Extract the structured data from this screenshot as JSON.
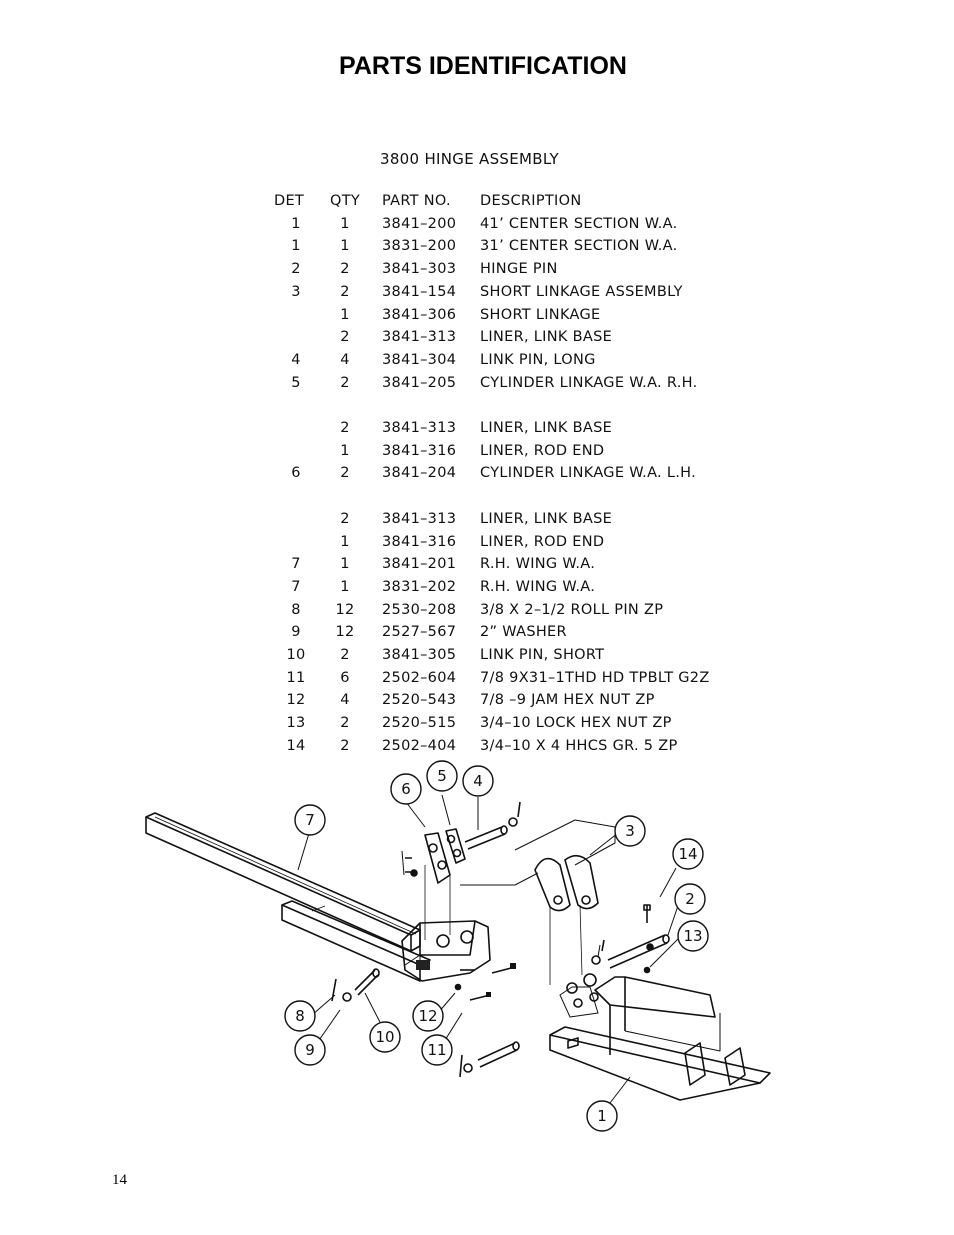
{
  "page_title": "PARTS IDENTIFICATION",
  "assembly_title": "3800 HINGE ASSEMBLY",
  "table": {
    "headers": {
      "det": "DET",
      "qty": "QTY",
      "part": "PART NO.",
      "desc": "DESCRIPTION"
    },
    "rows": [
      {
        "det": "1",
        "qty": "1",
        "part": "3841–200",
        "desc": "41’ CENTER SECTION W.A."
      },
      {
        "det": "1",
        "qty": "1",
        "part": "3831–200",
        "desc": "31’ CENTER SECTION W.A."
      },
      {
        "det": "2",
        "qty": "2",
        "part": "3841–303",
        "desc": "HINGE PIN"
      },
      {
        "det": "3",
        "qty": "2",
        "part": "3841–154",
        "desc": "SHORT LINKAGE ASSEMBLY"
      },
      {
        "det": "",
        "qty": "1",
        "part": "3841–306",
        "desc": "SHORT LINKAGE"
      },
      {
        "det": "",
        "qty": "2",
        "part": "3841–313",
        "desc": "LINER, LINK BASE"
      },
      {
        "det": "4",
        "qty": "4",
        "part": "3841–304",
        "desc": "LINK PIN, LONG"
      },
      {
        "det": "5",
        "qty": "2",
        "part": "3841–205",
        "desc": "CYLINDER LINKAGE W.A. R.H."
      },
      {
        "spacer": true
      },
      {
        "det": "",
        "qty": "2",
        "part": "3841–313",
        "desc": "LINER, LINK BASE"
      },
      {
        "det": "",
        "qty": "1",
        "part": "3841–316",
        "desc": "LINER, ROD END"
      },
      {
        "det": "6",
        "qty": "2",
        "part": "3841–204",
        "desc": "CYLINDER LINKAGE W.A. L.H."
      },
      {
        "spacer": true
      },
      {
        "det": "",
        "qty": "2",
        "part": "3841–313",
        "desc": "LINER, LINK BASE"
      },
      {
        "det": "",
        "qty": "1",
        "part": "3841–316",
        "desc": "LINER, ROD END"
      },
      {
        "det": "7",
        "qty": "1",
        "part": "3841–201",
        "desc": "R.H. WING W.A."
      },
      {
        "det": "7",
        "qty": "1",
        "part": "3831–202",
        "desc": "R.H. WING W.A."
      },
      {
        "det": "8",
        "qty": "12",
        "part": "2530–208",
        "desc": "3/8 X 2–1/2 ROLL PIN ZP"
      },
      {
        "det": "9",
        "qty": "12",
        "part": "2527–567",
        "desc": "2” WASHER"
      },
      {
        "det": "10",
        "qty": "2",
        "part": "3841–305",
        "desc": "LINK PIN, SHORT"
      },
      {
        "det": "11",
        "qty": "6",
        "part": "2502–604",
        "desc": "7/8 9X31–1THD HD TPBLT G2Z"
      },
      {
        "det": "12",
        "qty": "4",
        "part": "2520–543",
        "desc": "7/8 –9 JAM HEX NUT ZP"
      },
      {
        "det": "13",
        "qty": "2",
        "part": "2520–515",
        "desc": "3/4–10 LOCK HEX NUT ZP"
      },
      {
        "det": "14",
        "qty": "2",
        "part": "2502–404",
        "desc": "3/4–10 X 4 HHCS GR. 5 ZP"
      }
    ]
  },
  "diagram_callouts": [
    "1",
    "2",
    "3",
    "4",
    "5",
    "6",
    "7",
    "8",
    "9",
    "10",
    "11",
    "12",
    "13",
    "14"
  ],
  "page_number": "14"
}
